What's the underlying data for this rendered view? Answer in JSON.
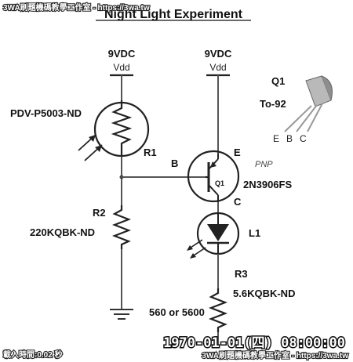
{
  "title": "Night Light Experiment",
  "watermark_top": "3WA刷題機碼教學工作室 - https://3wa.tw",
  "watermark_bottom": "3WA刷題機碼教學工作室 - https://3wa.tw",
  "load_time": "載入時間:0.02 秒",
  "timestamp": "1970-01-01(四) 08:00:00",
  "supply_left": {
    "voltage": "9VDC",
    "name": "Vdd"
  },
  "supply_right": {
    "voltage": "9VDC",
    "name": "Vdd"
  },
  "photocell": {
    "part": "PDV-P5003-ND",
    "ref": "R1"
  },
  "resistor_r2": {
    "ref": "R2",
    "part": "220KQBK-ND"
  },
  "transistor": {
    "ref": "Q1",
    "type": "PNP",
    "part": "2N3906FS",
    "pin_b": "B",
    "pin_e": "E",
    "pin_c": "C"
  },
  "led": {
    "ref": "L1"
  },
  "resistor_r3": {
    "ref": "R3",
    "part": "5.6KQBK-ND",
    "alt": "560 or 5600"
  },
  "package": {
    "ref": "Q1",
    "name": "To-92",
    "pins": [
      "E",
      "B",
      "C"
    ]
  }
}
